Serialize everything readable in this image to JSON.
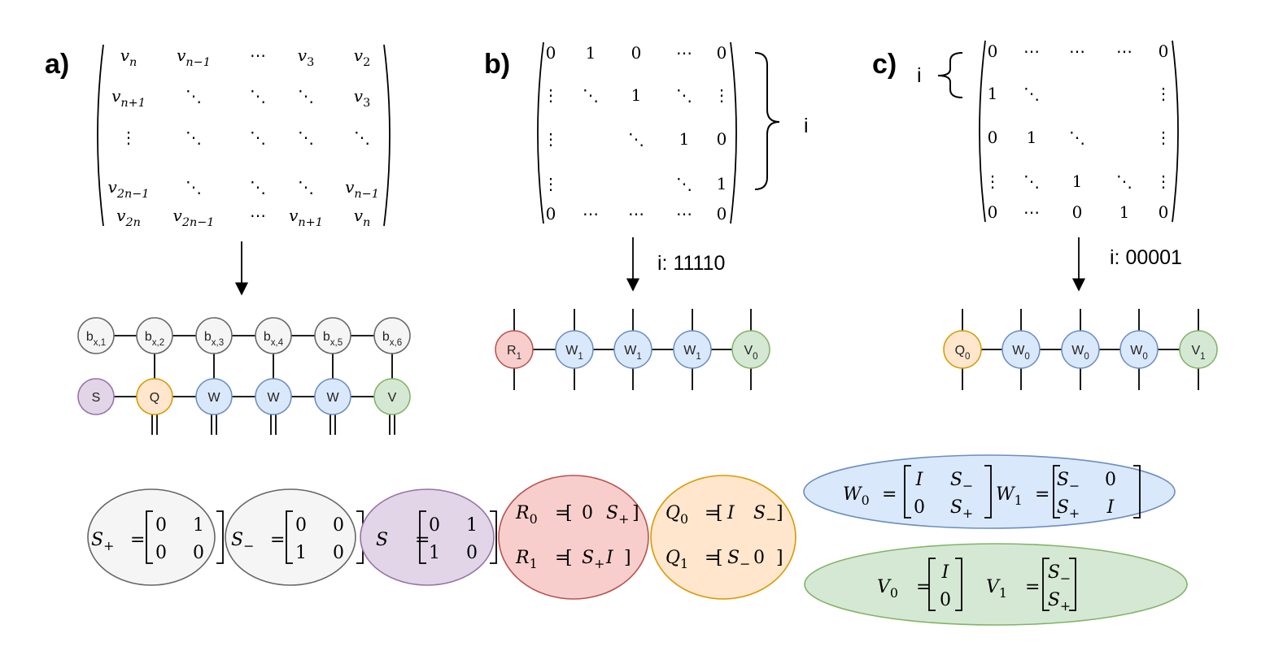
{
  "panels": {
    "a": {
      "label": "a)"
    },
    "b": {
      "label": "b)",
      "brace_label": "i",
      "arrow_label": "i: 11110"
    },
    "c": {
      "label": "c)",
      "brace_label": "i",
      "arrow_label": "i: 00001"
    }
  },
  "matrix_a": {
    "rows": [
      [
        "v_n",
        "v_{n-1}",
        "⋯",
        "v_3",
        "v_2"
      ],
      [
        "v_{n+1}",
        "⋱",
        "⋱",
        "⋱",
        "v_3"
      ],
      [
        "⋮",
        "⋱",
        "⋱",
        "⋱",
        "⋱"
      ],
      [
        "v_{2n-1}",
        "⋱",
        "⋱",
        "⋱",
        "v_{n-1}"
      ],
      [
        "v_{2n}",
        "v_{2n-1}",
        "⋯",
        "v_{n+1}",
        "v_n"
      ]
    ]
  },
  "matrix_b": {
    "rows": [
      [
        "0",
        "1",
        "0",
        "⋯",
        "0"
      ],
      [
        "⋮",
        "⋱",
        "1",
        "⋱",
        "⋮"
      ],
      [
        "⋮",
        "",
        "⋱",
        "1",
        "0"
      ],
      [
        "⋮",
        "",
        "",
        "⋱",
        "1"
      ],
      [
        "0",
        "⋯",
        "⋯",
        "⋯",
        "0"
      ]
    ]
  },
  "matrix_c": {
    "rows": [
      [
        "0",
        "⋯",
        "⋯",
        "⋯",
        "0"
      ],
      [
        "1",
        "⋱",
        "",
        "",
        "⋮"
      ],
      [
        "0",
        "1",
        "⋱",
        "",
        "⋮"
      ],
      [
        "⋮",
        "⋱",
        "1",
        "⋱",
        "⋮"
      ],
      [
        "0",
        "⋯",
        "0",
        "1",
        "0"
      ]
    ]
  },
  "network_a": {
    "top": [
      "b_{x,1}",
      "b_{x,2}",
      "b_{x,3}",
      "b_{x,4}",
      "b_{x,5}",
      "b_{x,6}"
    ],
    "bottom": [
      {
        "label": "S",
        "color": "purple"
      },
      {
        "label": "Q",
        "color": "orange"
      },
      {
        "label": "W",
        "color": "blue"
      },
      {
        "label": "W",
        "color": "blue"
      },
      {
        "label": "W",
        "color": "blue"
      },
      {
        "label": "V",
        "color": "green"
      }
    ]
  },
  "network_b": [
    {
      "label": "R_1",
      "color": "red"
    },
    {
      "label": "W_1",
      "color": "blue"
    },
    {
      "label": "W_1",
      "color": "blue"
    },
    {
      "label": "W_1",
      "color": "blue"
    },
    {
      "label": "V_0",
      "color": "green"
    }
  ],
  "network_c": [
    {
      "label": "Q_0",
      "color": "orange"
    },
    {
      "label": "W_0",
      "color": "blue"
    },
    {
      "label": "W_0",
      "color": "blue"
    },
    {
      "label": "W_0",
      "color": "blue"
    },
    {
      "label": "V_1",
      "color": "green"
    }
  ],
  "colors": {
    "gray": {
      "fill": "#f5f5f5",
      "stroke": "#666666"
    },
    "purple": {
      "fill": "#e1d5e7",
      "stroke": "#9673a6"
    },
    "orange": {
      "fill": "#ffe6cc",
      "stroke": "#d79b00"
    },
    "blue": {
      "fill": "#dae8fc",
      "stroke": "#6c8ebf"
    },
    "green": {
      "fill": "#d5e8d4",
      "stroke": "#82b366"
    },
    "red": {
      "fill": "#f8cecc",
      "stroke": "#b85450"
    }
  },
  "legend": {
    "s_plus": {
      "lhs": "S_+",
      "m": [
        [
          "0",
          "1"
        ],
        [
          "0",
          "0"
        ]
      ]
    },
    "s_minus": {
      "lhs": "S_−",
      "m": [
        [
          "0",
          "0"
        ],
        [
          "1",
          "0"
        ]
      ]
    },
    "s": {
      "lhs": "S",
      "m": [
        [
          "0",
          "1"
        ],
        [
          "1",
          "0"
        ]
      ]
    },
    "r": [
      {
        "lhs": "R_0",
        "row": [
          "0",
          "S_+"
        ]
      },
      {
        "lhs": "R_1",
        "row": [
          "S_+",
          "I"
        ]
      }
    ],
    "q": [
      {
        "lhs": "Q_0",
        "row": [
          "I",
          "S_−"
        ]
      },
      {
        "lhs": "Q_1",
        "row": [
          "S_−",
          "0"
        ]
      }
    ],
    "w": [
      {
        "lhs": "W_0",
        "m": [
          [
            "I",
            "S_−"
          ],
          [
            "0",
            "S_+"
          ]
        ]
      },
      {
        "lhs": "W_1",
        "m": [
          [
            "S_−",
            "0"
          ],
          [
            "S_+",
            "I"
          ]
        ]
      }
    ],
    "v": [
      {
        "lhs": "V_0",
        "col": [
          "I",
          "0"
        ]
      },
      {
        "lhs": "V_1",
        "col": [
          "S_−",
          "S_+"
        ]
      }
    ]
  }
}
